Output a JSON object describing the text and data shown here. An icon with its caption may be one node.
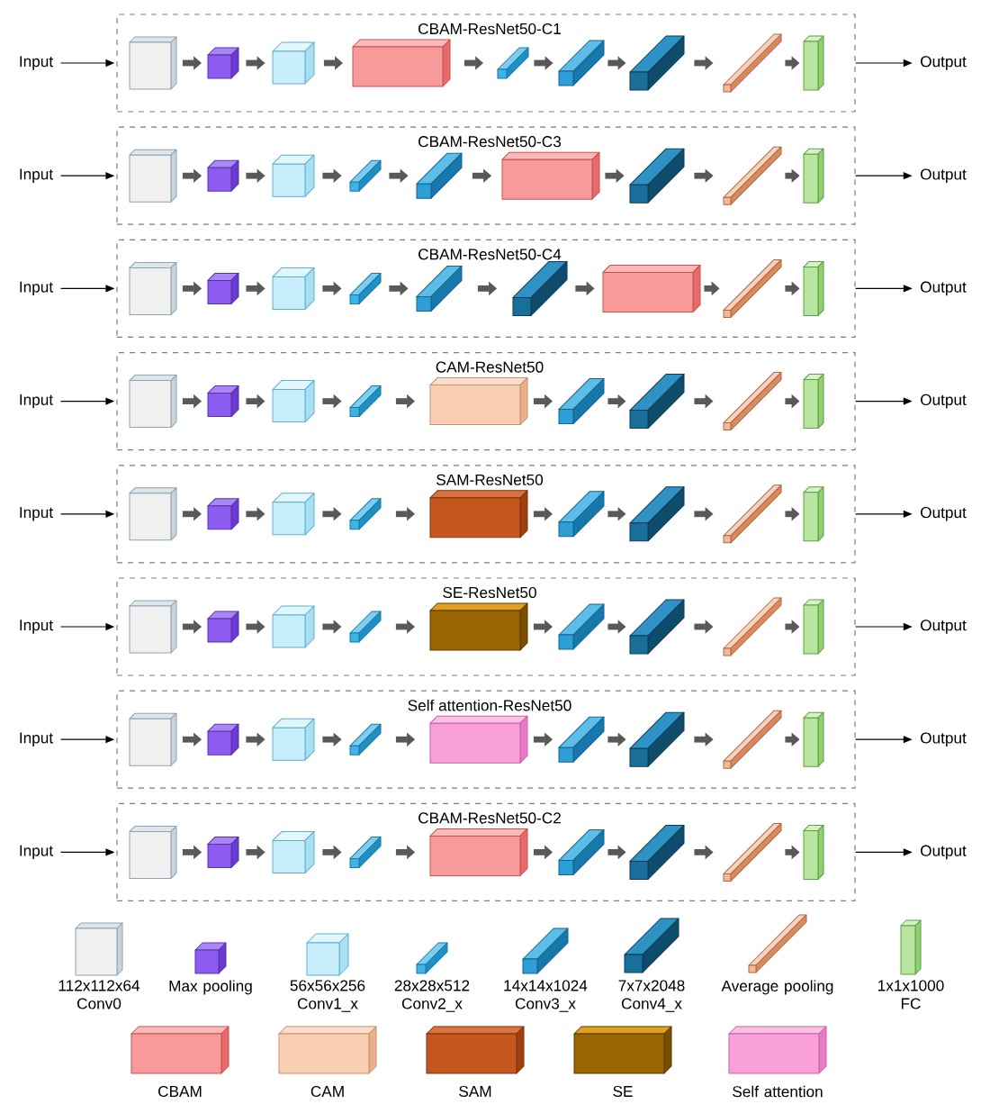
{
  "diagram": {
    "nodes": [
      {
        "text": [
          "Input"
        ]
      },
      {
        "text": [
          "CBAM-ResNet50-C1"
        ]
      },
      {
        "text": [],
        "shape": "box",
        "in": 1
      },
      {
        "text": [],
        "shape": "box",
        "in": 1
      },
      {
        "text": [],
        "shape": "box",
        "in": 1
      },
      {
        "text": [],
        "shape": "box",
        "in": 1
      },
      {
        "text": [],
        "shape": "box",
        "in": 1
      },
      {
        "text": [],
        "shape": "box",
        "in": 1
      },
      {
        "text": [],
        "shape": "box",
        "in": 1
      },
      {
        "text": [],
        "shape": "box",
        "in": 1
      },
      {
        "text": [],
        "shape": "box",
        "in": 1
      },
      {
        "text": [
          "Output"
        ]
      },
      {
        "text": [
          "Input"
        ]
      },
      {
        "text": [
          "CBAM-ResNet50-C3"
        ]
      },
      {
        "text": [],
        "shape": "box",
        "in": 13
      },
      {
        "text": [],
        "shape": "box",
        "in": 13
      },
      {
        "text": [],
        "shape": "box",
        "in": 13
      },
      {
        "text": [],
        "shape": "box",
        "in": 13
      },
      {
        "text": [],
        "shape": "box",
        "in": 13
      },
      {
        "text": [],
        "shape": "box",
        "in": 13
      },
      {
        "text": [],
        "shape": "box",
        "in": 13
      },
      {
        "text": [],
        "shape": "box",
        "in": 13
      },
      {
        "text": [],
        "shape": "box",
        "in": 13
      },
      {
        "text": [
          "Output"
        ]
      },
      {
        "text": [
          "Input"
        ]
      },
      {
        "text": [
          "CBAM-ResNet50-C4"
        ]
      },
      {
        "text": [],
        "shape": "box",
        "in": 25
      },
      {
        "text": [],
        "shape": "box",
        "in": 25
      },
      {
        "text": [],
        "shape": "box",
        "in": 25
      },
      {
        "text": [],
        "shape": "box",
        "in": 25
      },
      {
        "text": [],
        "shape": "box",
        "in": 25
      },
      {
        "text": [],
        "shape": "box",
        "in": 25
      },
      {
        "text": [],
        "shape": "box",
        "in": 25
      },
      {
        "text": [],
        "shape": "box",
        "in": 25
      },
      {
        "text": [],
        "shape": "box",
        "in": 25
      },
      {
        "text": [
          "Output"
        ]
      },
      {
        "text": [
          "Input"
        ]
      },
      {
        "text": [
          "CAM-ResNet50"
        ]
      },
      {
        "text": [],
        "shape": "box",
        "in": 37
      },
      {
        "text": [],
        "shape": "box",
        "in": 37
      },
      {
        "text": [],
        "shape": "box",
        "in": 37
      },
      {
        "text": [],
        "shape": "box",
        "in": 37
      },
      {
        "text": [],
        "shape": "box",
        "in": 37
      },
      {
        "text": [],
        "shape": "box",
        "in": 37
      },
      {
        "text": [],
        "shape": "box",
        "in": 37
      },
      {
        "text": [],
        "shape": "box",
        "in": 37
      },
      {
        "text": [],
        "shape": "box",
        "in": 37
      },
      {
        "text": [
          "Output"
        ]
      },
      {
        "text": [
          "Input"
        ]
      },
      {
        "text": [
          "SAM-ResNet50"
        ]
      },
      {
        "text": [],
        "shape": "box",
        "in": 49
      },
      {
        "text": [],
        "shape": "box",
        "in": 49
      },
      {
        "text": [],
        "shape": "box",
        "in": 49
      },
      {
        "text": [],
        "shape": "box",
        "in": 49
      },
      {
        "text": [],
        "shape": "box",
        "in": 49
      },
      {
        "text": [],
        "shape": "box",
        "in": 49
      },
      {
        "text": [],
        "shape": "box",
        "in": 49
      },
      {
        "text": [],
        "shape": "box",
        "in": 49
      },
      {
        "text": [],
        "shape": "box",
        "in": 49
      },
      {
        "text": [
          "Output"
        ]
      },
      {
        "text": [
          "Input"
        ]
      },
      {
        "text": [
          "SE-ResNet50"
        ]
      },
      {
        "text": [],
        "shape": "box",
        "in": 61
      },
      {
        "text": [],
        "shape": "box",
        "in": 61
      },
      {
        "text": [],
        "shape": "box",
        "in": 61
      },
      {
        "text": [],
        "shape": "box",
        "in": 61
      },
      {
        "text": [],
        "shape": "box",
        "in": 61
      },
      {
        "text": [],
        "shape": "box",
        "in": 61
      },
      {
        "text": [],
        "shape": "box",
        "in": 61
      },
      {
        "text": [],
        "shape": "box",
        "in": 61
      },
      {
        "text": [],
        "shape": "box",
        "in": 61
      },
      {
        "text": [
          "Output"
        ]
      },
      {
        "text": [
          "Input"
        ]
      },
      {
        "text": [
          "Self attention-ResNet50"
        ]
      },
      {
        "text": [],
        "shape": "box",
        "in": 73
      },
      {
        "text": [],
        "shape": "box",
        "in": 73
      },
      {
        "text": [],
        "shape": "box",
        "in": 73
      },
      {
        "text": [],
        "shape": "box",
        "in": 73
      },
      {
        "text": [],
        "shape": "box",
        "in": 73
      },
      {
        "text": [],
        "shape": "box",
        "in": 73
      },
      {
        "text": [],
        "shape": "box",
        "in": 73
      },
      {
        "text": [],
        "shape": "box",
        "in": 73
      },
      {
        "text": [],
        "shape": "box",
        "in": 73
      },
      {
        "text": [
          "Output"
        ]
      },
      {
        "text": [
          "Input"
        ]
      },
      {
        "text": [
          "CBAM-ResNet50-C2"
        ]
      },
      {
        "text": [],
        "shape": "box",
        "in": 85
      },
      {
        "text": [],
        "shape": "box",
        "in": 85
      },
      {
        "text": [],
        "shape": "box",
        "in": 85
      },
      {
        "text": [],
        "shape": "box",
        "in": 85
      },
      {
        "text": [],
        "shape": "box",
        "in": 85
      },
      {
        "text": [],
        "shape": "box",
        "in": 85
      },
      {
        "text": [],
        "shape": "box",
        "in": 85
      },
      {
        "text": [],
        "shape": "box",
        "in": 85
      },
      {
        "text": [],
        "shape": "box",
        "in": 85
      },
      {
        "text": [
          "Output"
        ]
      }
    ],
    "edges": [
      {
        "from": 0,
        "to": 1,
        "arrow": "to",
        "color": "#000000"
      },
      {
        "from": 2,
        "to": 3,
        "arrow": "to"
      },
      {
        "from": 3,
        "to": 4,
        "arrow": "to"
      },
      {
        "from": 4,
        "to": 5,
        "arrow": "to"
      },
      {
        "from": 5,
        "to": 6,
        "arrow": "to"
      },
      {
        "from": 6,
        "to": 7,
        "arrow": "to"
      },
      {
        "from": 7,
        "to": 8,
        "arrow": "to"
      },
      {
        "from": 8,
        "to": 9,
        "arrow": "to"
      },
      {
        "from": 9,
        "to": 10,
        "arrow": "to"
      },
      {
        "from": 1,
        "to": 11,
        "arrow": "to",
        "color": "#000000"
      },
      {
        "from": 12,
        "to": 13,
        "arrow": "to",
        "color": "#000000"
      },
      {
        "from": 14,
        "to": 15,
        "arrow": "to"
      },
      {
        "from": 15,
        "to": 16,
        "arrow": "to"
      },
      {
        "from": 16,
        "to": 17,
        "arrow": "to"
      },
      {
        "from": 17,
        "to": 18,
        "arrow": "to"
      },
      {
        "from": 18,
        "to": 19,
        "arrow": "to"
      },
      {
        "from": 19,
        "to": 20,
        "arrow": "to"
      },
      {
        "from": 20,
        "to": 21,
        "arrow": "to"
      },
      {
        "from": 21,
        "to": 22,
        "arrow": "to"
      },
      {
        "from": 13,
        "to": 23,
        "arrow": "to",
        "color": "#000000"
      },
      {
        "from": 24,
        "to": 25,
        "arrow": "to",
        "color": "#000000"
      },
      {
        "from": 26,
        "to": 27,
        "arrow": "to"
      },
      {
        "from": 27,
        "to": 28,
        "arrow": "to"
      },
      {
        "from": 28,
        "to": 29,
        "arrow": "to"
      },
      {
        "from": 29,
        "to": 30,
        "arrow": "to"
      },
      {
        "from": 30,
        "to": 31,
        "arrow": "to"
      },
      {
        "from": 31,
        "to": 32,
        "arrow": "to"
      },
      {
        "from": 32,
        "to": 33,
        "arrow": "to"
      },
      {
        "from": 33,
        "to": 34,
        "arrow": "to"
      },
      {
        "from": 25,
        "to": 35,
        "arrow": "to",
        "color": "#000000"
      },
      {
        "from": 36,
        "to": 37,
        "arrow": "to",
        "color": "#000000"
      },
      {
        "from": 38,
        "to": 39,
        "arrow": "to"
      },
      {
        "from": 39,
        "to": 40,
        "arrow": "to"
      },
      {
        "from": 40,
        "to": 41,
        "arrow": "to"
      },
      {
        "from": 41,
        "to": 42,
        "arrow": "to"
      },
      {
        "from": 42,
        "to": 43,
        "arrow": "to"
      },
      {
        "from": 43,
        "to": 44,
        "arrow": "to"
      },
      {
        "from": 44,
        "to": 45,
        "arrow": "to"
      },
      {
        "from": 45,
        "to": 46,
        "arrow": "to"
      },
      {
        "from": 37,
        "to": 47,
        "arrow": "to",
        "color": "#000000"
      },
      {
        "from": 48,
        "to": 49,
        "arrow": "to",
        "color": "#000000"
      },
      {
        "from": 50,
        "to": 51,
        "arrow": "to"
      },
      {
        "from": 51,
        "to": 52,
        "arrow": "to"
      },
      {
        "from": 52,
        "to": 53,
        "arrow": "to"
      },
      {
        "from": 53,
        "to": 54,
        "arrow": "to"
      },
      {
        "from": 54,
        "to": 55,
        "arrow": "to"
      },
      {
        "from": 55,
        "to": 56,
        "arrow": "to"
      },
      {
        "from": 56,
        "to": 57,
        "arrow": "to"
      },
      {
        "from": 57,
        "to": 58,
        "arrow": "to"
      },
      {
        "from": 49,
        "to": 59,
        "arrow": "to",
        "color": "#000000"
      },
      {
        "from": 60,
        "to": 61,
        "arrow": "to",
        "color": "#000000"
      },
      {
        "from": 62,
        "to": 63,
        "arrow": "to"
      },
      {
        "from": 63,
        "to": 64,
        "arrow": "to"
      },
      {
        "from": 64,
        "to": 65,
        "arrow": "to"
      },
      {
        "from": 65,
        "to": 66,
        "arrow": "to"
      },
      {
        "from": 66,
        "to": 67,
        "arrow": "to"
      },
      {
        "from": 67,
        "to": 68,
        "arrow": "to"
      },
      {
        "from": 68,
        "to": 69,
        "arrow": "to"
      },
      {
        "from": 69,
        "to": 70,
        "arrow": "to"
      },
      {
        "from": 61,
        "to": 71,
        "arrow": "to",
        "color": "#000000"
      },
      {
        "from": 72,
        "to": 73,
        "arrow": "to",
        "color": "#000000"
      },
      {
        "from": 74,
        "to": 75,
        "arrow": "to"
      },
      {
        "from": 75,
        "to": 76,
        "arrow": "to"
      },
      {
        "from": 76,
        "to": 77,
        "arrow": "to"
      },
      {
        "from": 77,
        "to": 78,
        "arrow": "to"
      },
      {
        "from": 78,
        "to": 79,
        "arrow": "to"
      },
      {
        "from": 79,
        "to": 80,
        "arrow": "to"
      },
      {
        "from": 80,
        "to": 81,
        "arrow": "to"
      },
      {
        "from": 81,
        "to": 82,
        "arrow": "to"
      },
      {
        "from": 73,
        "to": 83,
        "arrow": "to",
        "color": "#000000"
      },
      {
        "from": 84,
        "to": 85,
        "arrow": "to",
        "color": "#000000"
      },
      {
        "from": 86,
        "to": 87,
        "arrow": "to"
      },
      {
        "from": 87,
        "to": 88,
        "arrow": "to"
      },
      {
        "from": 88,
        "to": 89,
        "arrow": "to"
      },
      {
        "from": 89,
        "to": 90,
        "arrow": "to"
      },
      {
        "from": 90,
        "to": 91,
        "arrow": "to"
      },
      {
        "from": 91,
        "to": 92,
        "arrow": "to"
      },
      {
        "from": 92,
        "to": 93,
        "arrow": "to"
      },
      {
        "from": 93,
        "to": 94,
        "arrow": "to"
      },
      {
        "from": 85,
        "to": 95,
        "arrow": "to",
        "color": "#000000"
      }
    ],
    "legend": [
      {
        "text": "112x112x64 Conv0"
      },
      {
        "text": "Max pooling"
      },
      {
        "text": "56x56x256 Conv1_x"
      },
      {
        "text": "28x28x512 Conv2_x"
      },
      {
        "text": "14x14x1024 Conv3_x"
      },
      {
        "text": "7x7x2048 Conv4_x"
      },
      {
        "text": "Average pooling"
      },
      {
        "text": "1x1x1000 FC"
      },
      {
        "text": "CBAM"
      },
      {
        "text": "CAM"
      },
      {
        "text": "SAM"
      },
      {
        "text": "SE"
      },
      {
        "text": "Self attention"
      }
    ]
  }
}
